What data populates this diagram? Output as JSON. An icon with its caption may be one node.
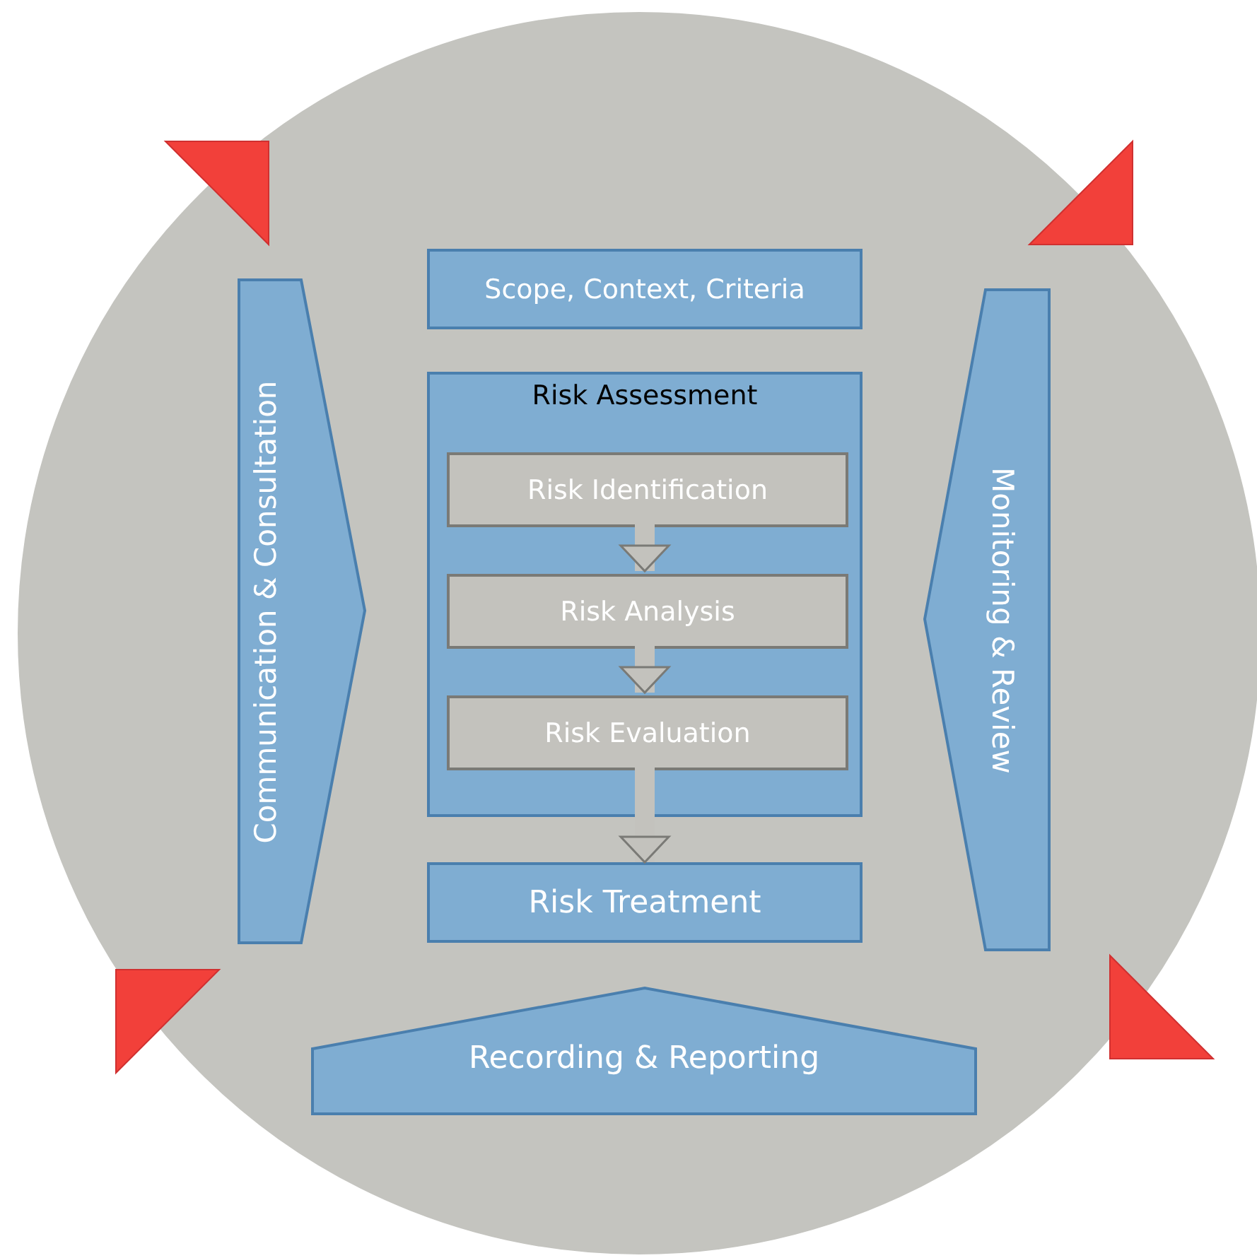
{
  "diagram": {
    "nodes": [
      {
        "text": [
          "Communication & Consultation"
        ]
      },
      {
        "text": [
          "Scope, Context, Criteria"
        ]
      },
      {
        "text": [
          "Risk Assessment"
        ]
      },
      {
        "text": [
          "Risk Identification"
        ],
        "in": 2
      },
      {
        "text": [
          "Risk Analysis"
        ],
        "in": 2
      },
      {
        "text": [
          "Risk Evaluation"
        ],
        "in": 2
      },
      {
        "text": [
          "Risk Treatment"
        ]
      },
      {
        "text": [
          "Monitoring & Review"
        ]
      },
      {
        "text": [
          "Recording & Reporting"
        ]
      }
    ],
    "edges": [
      {
        "from": 3,
        "to": 4,
        "arrow": "to"
      },
      {
        "from": 4,
        "to": 5,
        "arrow": "to"
      },
      {
        "from": 5,
        "to": 6,
        "arrow": "to"
      }
    ]
  }
}
